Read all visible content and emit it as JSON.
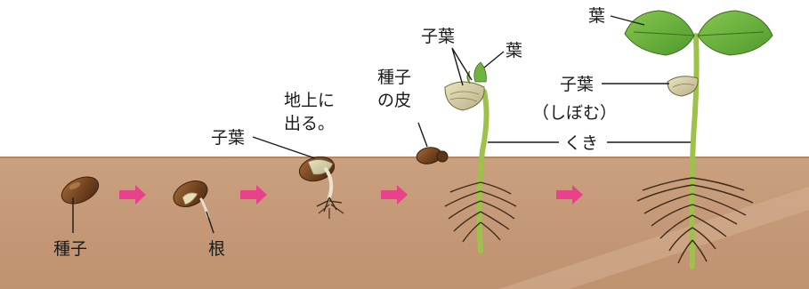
{
  "labels": {
    "seed": "種子",
    "root": "根",
    "cotyledon_stage3": "子葉",
    "emerge_line1": "地上に",
    "emerge_line2": "出る。",
    "seedcoat_line1": "種子",
    "seedcoat_line2": "の皮",
    "cotyledon_stage4": "子葉",
    "leaf_stage4": "葉",
    "stem": "くき",
    "leaf_stage5": "葉",
    "cotyledon_stage5": "子葉",
    "shrivel": "（しぼむ）"
  },
  "colors": {
    "soil": "#c79a78",
    "soil_dark": "#b78865",
    "arrow": "#e8428a",
    "stem": "#9cc24a",
    "leaf": "#6fb43f",
    "seed": "#7a4a22"
  },
  "arrows": [
    {
      "icon": "right-arrow-icon"
    },
    {
      "icon": "right-arrow-icon"
    },
    {
      "icon": "right-arrow-icon"
    },
    {
      "icon": "right-arrow-icon"
    }
  ]
}
